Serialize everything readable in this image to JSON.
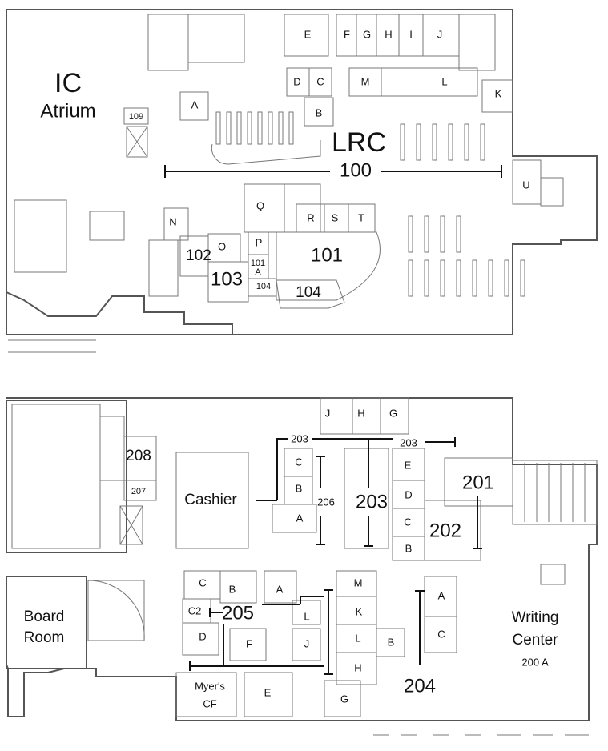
{
  "upper_floor_plan": {
    "ic": "IC",
    "atrium": "Atrium",
    "r109": "109",
    "a": "A",
    "e": "E",
    "f": "F",
    "g": "G",
    "h": "H",
    "i": "I",
    "j": "J",
    "d": "D",
    "c": "C",
    "m": "M",
    "l": "L",
    "k": "K",
    "b": "B",
    "lrc": "LRC",
    "r100": "100",
    "u": "U",
    "q": "Q",
    "r": "R",
    "s": "S",
    "t": "T",
    "n": "N",
    "p": "P",
    "o": "O",
    "r102": "102",
    "r101": "101",
    "r101a_num": "101",
    "r101a_letter": "A",
    "r104_small": "104",
    "r103": "103",
    "r104": "104"
  },
  "lower_floor_plan": {
    "j": "J",
    "h": "H",
    "g": "G",
    "r203_left": "203",
    "r203_right": "203",
    "r208": "208",
    "c_top": "C",
    "e": "E",
    "r201": "201",
    "b_top": "B",
    "cashier": "Cashier",
    "r206": "206",
    "r203": "203",
    "d_right": "D",
    "c_right": "C",
    "r202": "202",
    "a_top": "A",
    "b_right": "B",
    "r207": "207",
    "board": "Board",
    "room": "Room",
    "c_205": "C",
    "b_205": "B",
    "a_205": "A",
    "m": "M",
    "a_204": "A",
    "c2": "C2",
    "r205": "205",
    "l_205": "L",
    "k": "K",
    "writing": "Writing",
    "center": "Center",
    "r200a": "200 A",
    "d_205": "D",
    "f": "F",
    "j_205": "J",
    "l_mid": "L",
    "b_204": "B",
    "c_204": "C",
    "h_mid": "H",
    "myers": "Myer's",
    "cf": "CF",
    "e_bottom": "E",
    "g_bottom": "G",
    "r204": "204"
  }
}
